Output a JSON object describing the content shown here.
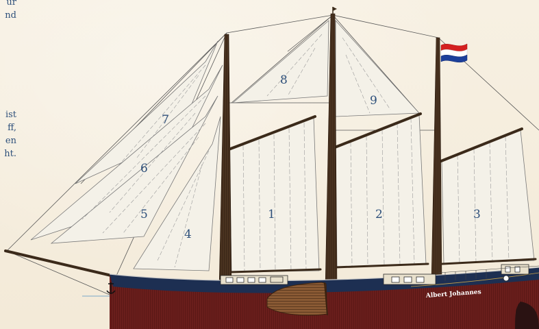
{
  "text_fragments": {
    "top": [
      "ur",
      "nd"
    ],
    "middle": [
      "ist",
      "ff,",
      "en",
      "ht."
    ]
  },
  "ship": {
    "name": "Albert Johannes"
  },
  "sail_numbers": [
    "1",
    "2",
    "3",
    "4",
    "5",
    "6",
    "7",
    "8",
    "9"
  ],
  "colors": {
    "text": "#2d4f7a",
    "hull_top": "#1d2f52",
    "hull_bottom": "#6a1e1c",
    "sail": "#f5f2ea",
    "mast": "#3b2a1a",
    "flag_red": "#d42020",
    "flag_white": "#ffffff",
    "flag_blue": "#1c3f9a",
    "waterline": "#7aa7c9"
  }
}
